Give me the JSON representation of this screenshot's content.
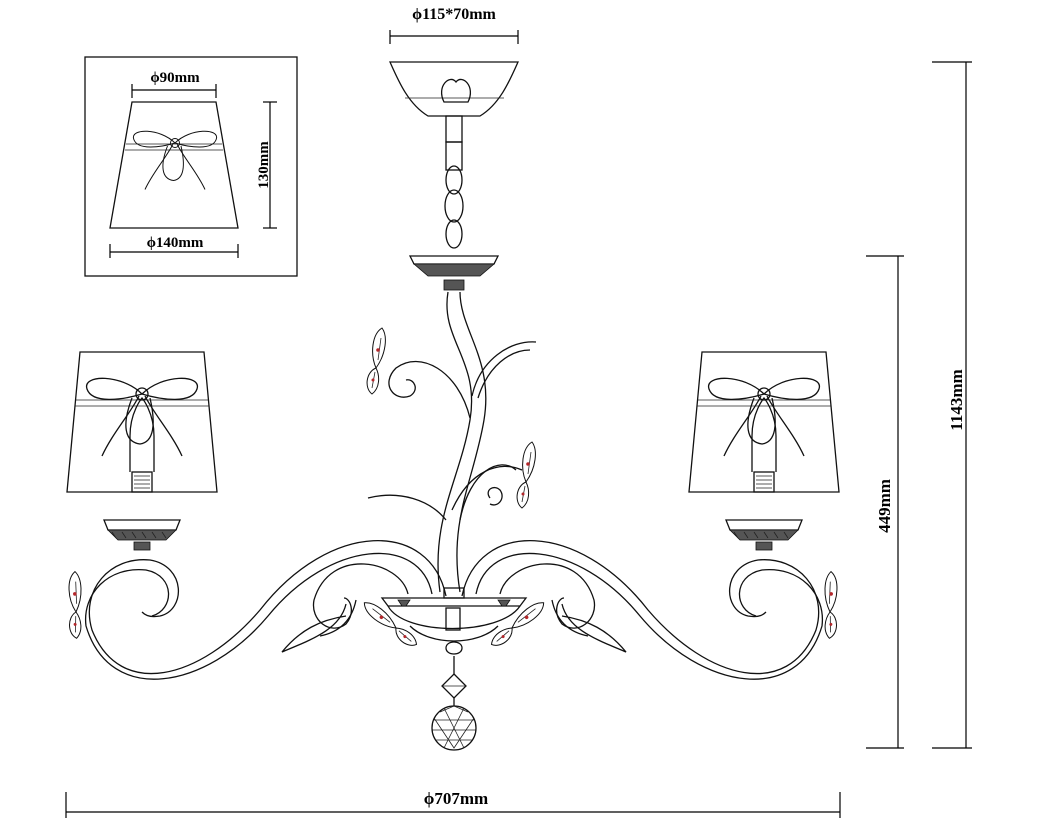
{
  "dimensions": {
    "canopy": "ϕ115*70mm",
    "shade_top": "ϕ90mm",
    "shade_height": "130mm",
    "shade_bottom": "ϕ140mm",
    "total_height": "1143mm",
    "body_height": "449mm",
    "total_width": "ϕ707mm"
  },
  "colors": {
    "line": "#111111",
    "accent_crystal": "#b3262a",
    "background": "#ffffff"
  },
  "icons": [
    "butterfly-icon",
    "bow-icon",
    "crystal-ball-icon"
  ]
}
